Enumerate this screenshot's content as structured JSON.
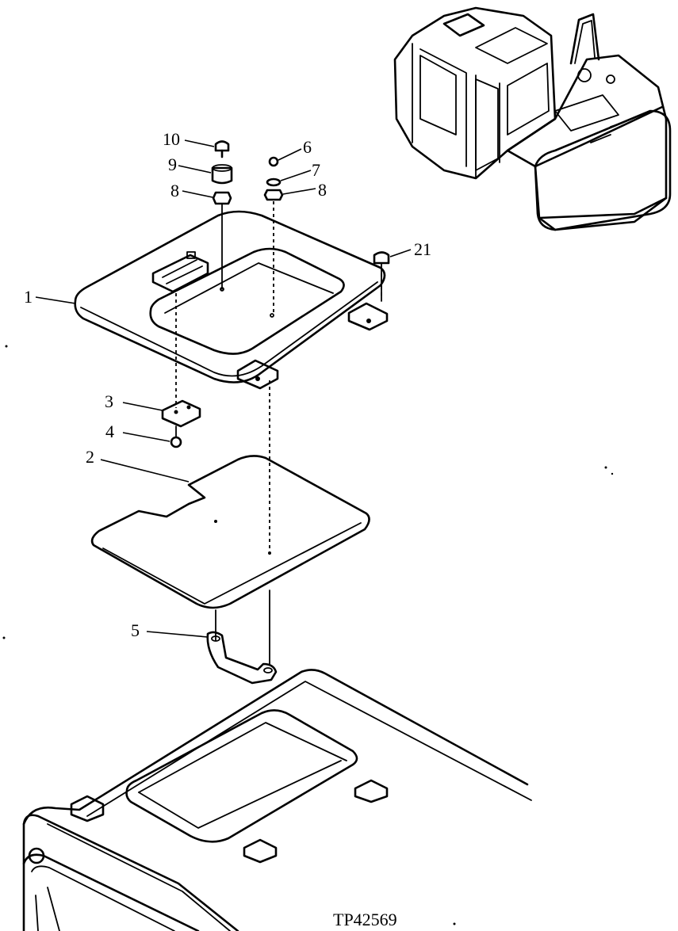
{
  "drawing": {
    "code": "TP42569",
    "callouts": [
      {
        "id": "10",
        "text": "10"
      },
      {
        "id": "9",
        "text": "9"
      },
      {
        "id": "8a",
        "text": "8"
      },
      {
        "id": "6",
        "text": "6"
      },
      {
        "id": "7",
        "text": "7"
      },
      {
        "id": "8b",
        "text": "8"
      },
      {
        "id": "21",
        "text": "21"
      },
      {
        "id": "1",
        "text": "1"
      },
      {
        "id": "3",
        "text": "3"
      },
      {
        "id": "4",
        "text": "4"
      },
      {
        "id": "2",
        "text": "2"
      },
      {
        "id": "5",
        "text": "5"
      }
    ]
  }
}
